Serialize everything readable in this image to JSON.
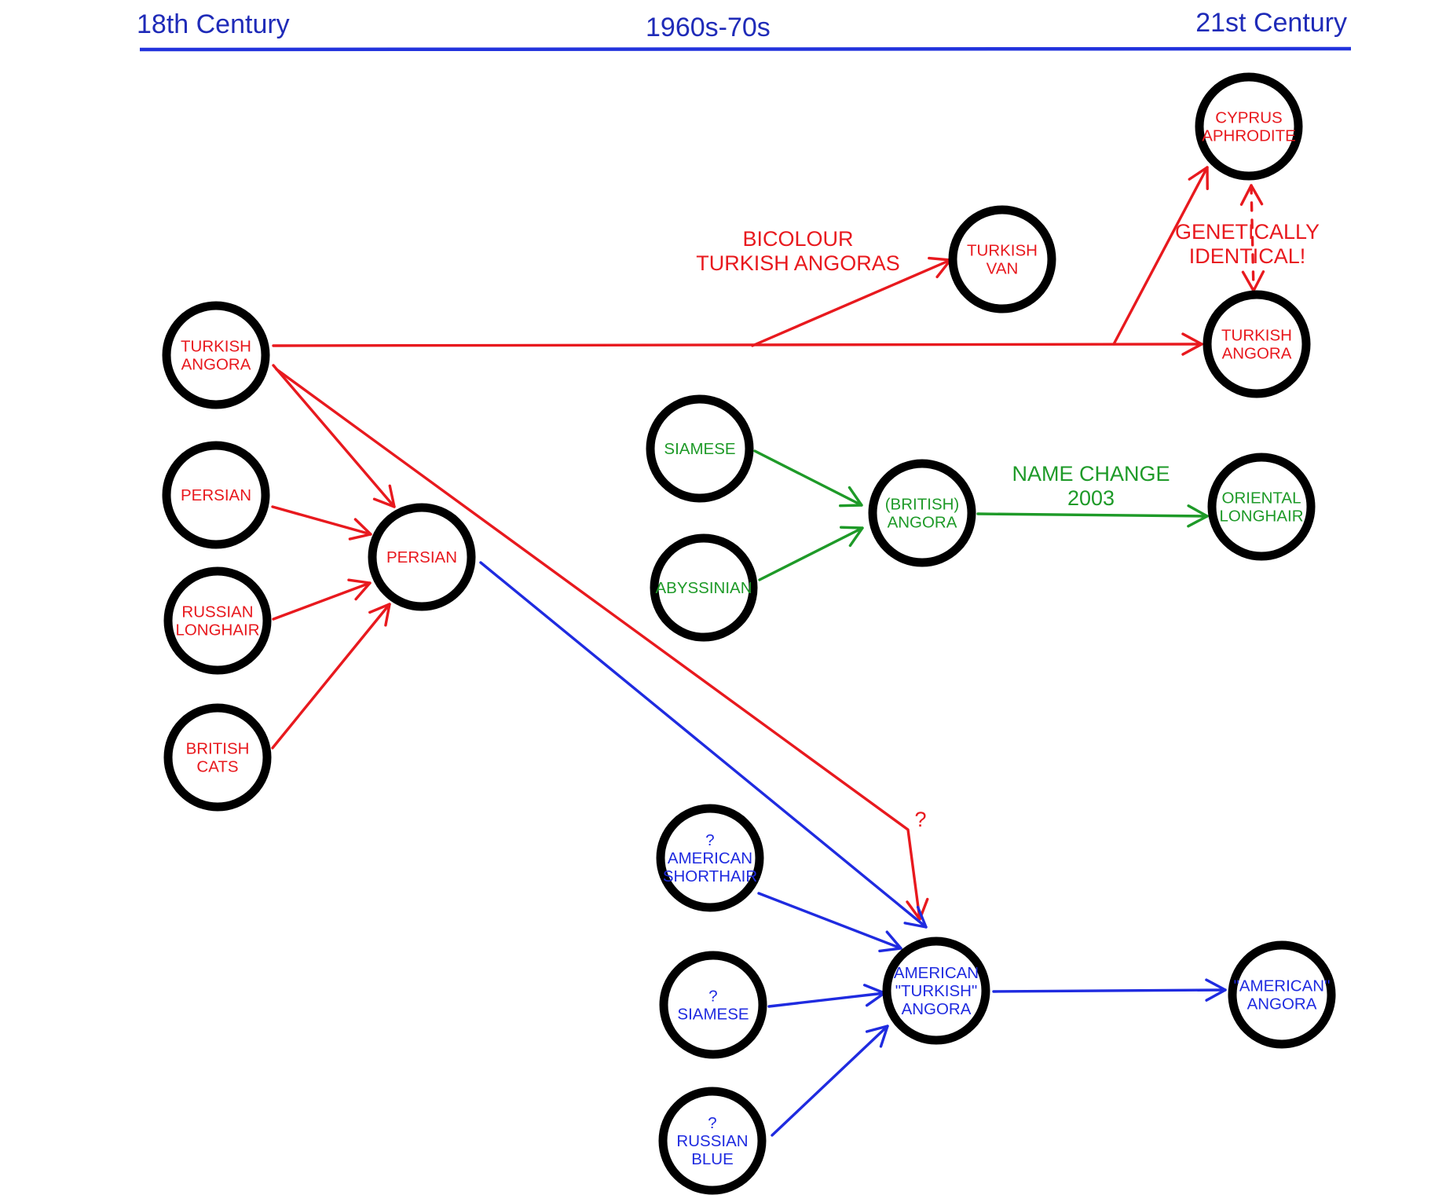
{
  "colors": {
    "red": "#e8191e",
    "green": "#1e9a28",
    "blue": "#1f2be0",
    "timeline": "#2233dd",
    "node_border": "#000000"
  },
  "timeline": {
    "start_label": "18th Century",
    "mid_label": "1960s-70s",
    "end_label": "21st Century"
  },
  "nodes": {
    "turkish_angora_origin": {
      "lines": [
        "TURKISH",
        "ANGORA"
      ],
      "color": "red"
    },
    "persian_origin": {
      "lines": [
        "PERSIAN"
      ],
      "color": "red"
    },
    "russian_longhair": {
      "lines": [
        "RUSSIAN",
        "LONGHAIR"
      ],
      "color": "red"
    },
    "british_cats": {
      "lines": [
        "BRITISH",
        "CATS"
      ],
      "color": "red"
    },
    "persian": {
      "lines": [
        "PERSIAN"
      ],
      "color": "red"
    },
    "siamese_green": {
      "lines": [
        "SIAMESE"
      ],
      "color": "green"
    },
    "abyssinian": {
      "lines": [
        "ABYSSINIAN"
      ],
      "color": "green"
    },
    "british_angora": {
      "lines": [
        "(BRITISH)",
        "ANGORA"
      ],
      "color": "green"
    },
    "oriental_longhair": {
      "lines": [
        "ORIENTAL",
        "LONGHAIR"
      ],
      "color": "green"
    },
    "turkish_van": {
      "lines": [
        "TURKISH",
        "VAN"
      ],
      "color": "red"
    },
    "cyprus_aphrodite": {
      "lines": [
        "CYPRUS",
        "APHRODITE"
      ],
      "color": "red"
    },
    "turkish_angora_modern": {
      "lines": [
        "TURKISH",
        "ANGORA"
      ],
      "color": "red"
    },
    "american_shorthair": {
      "lines": [
        "?",
        "AMERICAN",
        "SHORTHAIR"
      ],
      "color": "blue"
    },
    "siamese_blue": {
      "lines": [
        "?",
        "SIAMESE"
      ],
      "color": "blue"
    },
    "russian_blue": {
      "lines": [
        "?",
        "RUSSIAN",
        "BLUE"
      ],
      "color": "blue"
    },
    "american_turkish_angora": {
      "lines": [
        "AMERICAN",
        "\"TURKISH\"",
        "ANGORA"
      ],
      "color": "blue"
    },
    "american_angora": {
      "lines": [
        "\"AMERICAN\"",
        "ANGORA"
      ],
      "color": "blue"
    }
  },
  "edges": [
    {
      "from": "turkish_angora_origin",
      "to": "turkish_angora_modern",
      "color": "red"
    },
    {
      "from": "turkish_angora_origin",
      "to": "turkish_van",
      "color": "red",
      "label": "bicolour"
    },
    {
      "from": "turkish_angora_origin",
      "to": "cyprus_aphrodite",
      "color": "red"
    },
    {
      "from": "turkish_angora_origin",
      "to": "persian",
      "color": "red"
    },
    {
      "from": "turkish_angora_origin",
      "to": "american_turkish_angora",
      "color": "red",
      "label": "question"
    },
    {
      "from": "persian_origin",
      "to": "persian",
      "color": "red"
    },
    {
      "from": "russian_longhair",
      "to": "persian",
      "color": "red"
    },
    {
      "from": "british_cats",
      "to": "persian",
      "color": "red"
    },
    {
      "from": "siamese_green",
      "to": "british_angora",
      "color": "green"
    },
    {
      "from": "abyssinian",
      "to": "british_angora",
      "color": "green"
    },
    {
      "from": "british_angora",
      "to": "oriental_longhair",
      "color": "green",
      "label": "name_change"
    },
    {
      "from": "persian",
      "to": "american_turkish_angora",
      "color": "blue"
    },
    {
      "from": "american_shorthair",
      "to": "american_turkish_angora",
      "color": "blue"
    },
    {
      "from": "siamese_blue",
      "to": "american_turkish_angora",
      "color": "blue"
    },
    {
      "from": "russian_blue",
      "to": "american_turkish_angora",
      "color": "blue"
    },
    {
      "from": "american_turkish_angora",
      "to": "american_angora",
      "color": "blue"
    },
    {
      "from": "cyprus_aphrodite",
      "to": "turkish_angora_modern",
      "color": "red",
      "label": "genetically_identical",
      "style": "dashed-both"
    }
  ],
  "annotations": {
    "bicolour": {
      "lines": [
        "BICOLOUR",
        "TURKISH ANGORAS"
      ],
      "color": "red"
    },
    "genetically_identical": {
      "lines": [
        "GENETICALLY",
        "IDENTICAL!"
      ],
      "color": "red"
    },
    "name_change": {
      "lines": [
        "NAME CHANGE",
        "2003"
      ],
      "color": "green"
    },
    "question": {
      "lines": [
        "?"
      ],
      "color": "red"
    }
  }
}
